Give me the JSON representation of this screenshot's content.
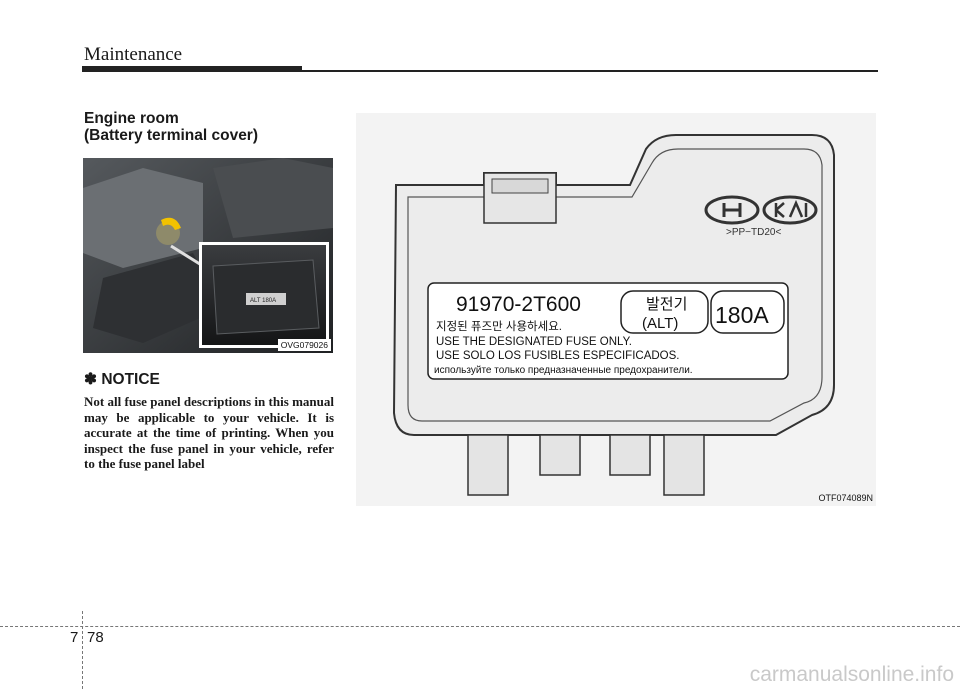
{
  "header": {
    "title": "Maintenance"
  },
  "section": {
    "heading_line1": "Engine room",
    "heading_line2": "(Battery terminal cover)"
  },
  "photo": {
    "caption": "OVG079026",
    "label_text": "ALT   180A"
  },
  "notice": {
    "symbol": "✽",
    "title": "NOTICE",
    "body": "Not all fuse panel descriptions in this manual may be applicable to your vehicle. It is accurate at the time of printing. When you inspect the fuse panel in your vehicle, refer to the fuse panel label"
  },
  "diagram": {
    "caption": "OTF074089N",
    "logos": [
      "hyundai-logo",
      "kia-logo"
    ],
    "mold_code": ">PP−TD20<",
    "part_number": "91970-2T600",
    "korean_name": "발전기",
    "alt_label": "(ALT)",
    "rating": "180A",
    "line_korean": "지정된 퓨즈만 사용하세요.",
    "line_english": "USE THE DESIGNATED FUSE ONLY.",
    "line_spanish": "USE SOLO LOS FUSIBLES ESPECIFICADOS.",
    "line_russian": "используйте только предназначенные предохранители."
  },
  "footer": {
    "chapter": "7",
    "page": "78"
  },
  "watermark": "carmanualsonline.info"
}
